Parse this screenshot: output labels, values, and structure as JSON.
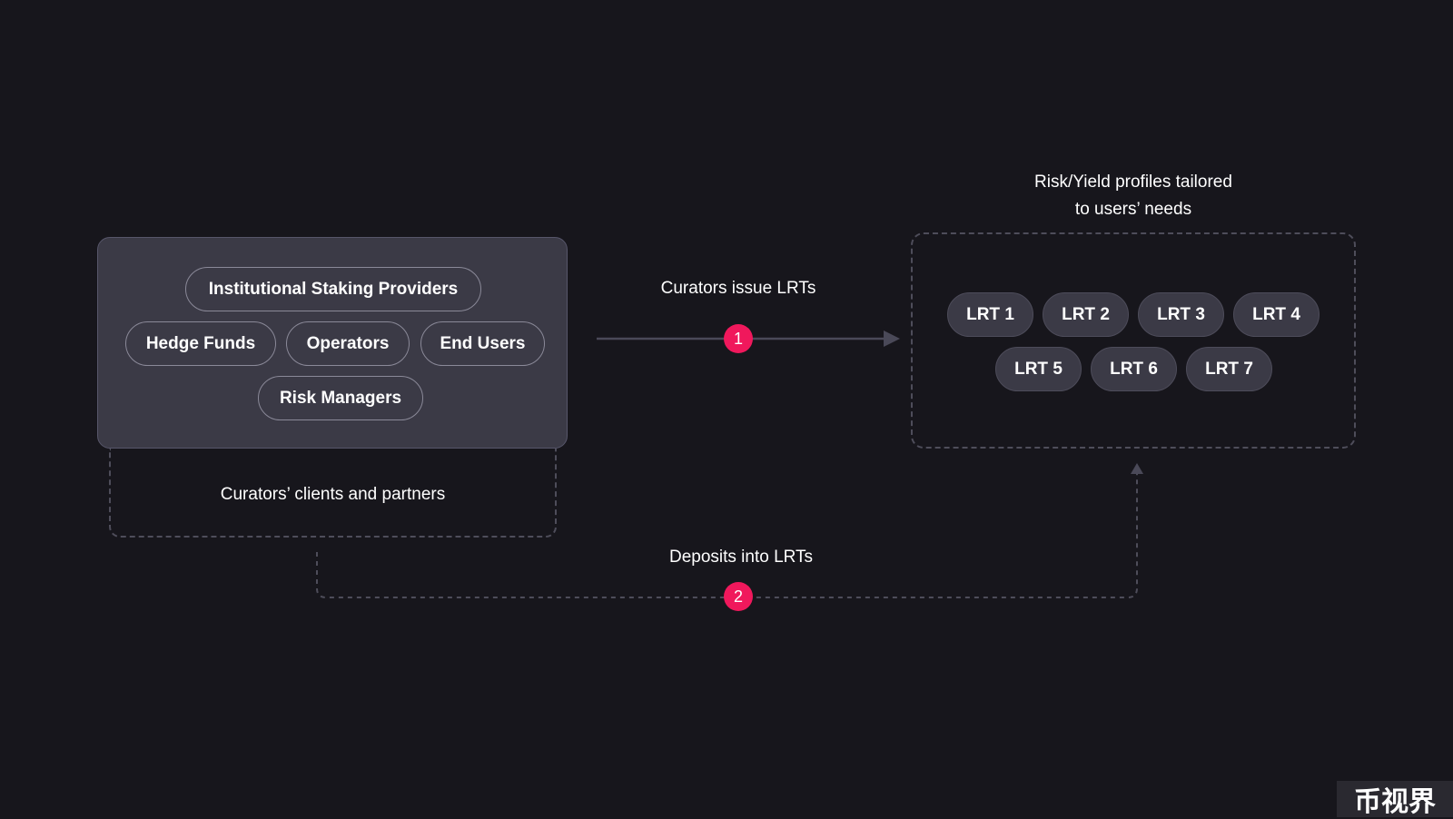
{
  "clients": {
    "caption": "Curators’ clients and partners",
    "pills": [
      "Institutional Staking Providers",
      "Hedge Funds",
      "Operators",
      "End Users",
      "Risk Managers"
    ]
  },
  "lrts": {
    "caption_line1": "Risk/Yield profiles tailored",
    "caption_line2": "to users’ needs",
    "items": [
      "LRT 1",
      "LRT 2",
      "LRT 3",
      "LRT 4",
      "LRT 5",
      "LRT 6",
      "LRT 7"
    ]
  },
  "flows": [
    {
      "step": "1",
      "label": "Curators issue LRTs"
    },
    {
      "step": "2",
      "label": "Deposits into LRTs"
    }
  ],
  "colors": {
    "background": "#17161c",
    "panel": "#3b3a46",
    "accent": "#f0185c",
    "arrow": "#4a4958"
  },
  "watermark": "币视界"
}
